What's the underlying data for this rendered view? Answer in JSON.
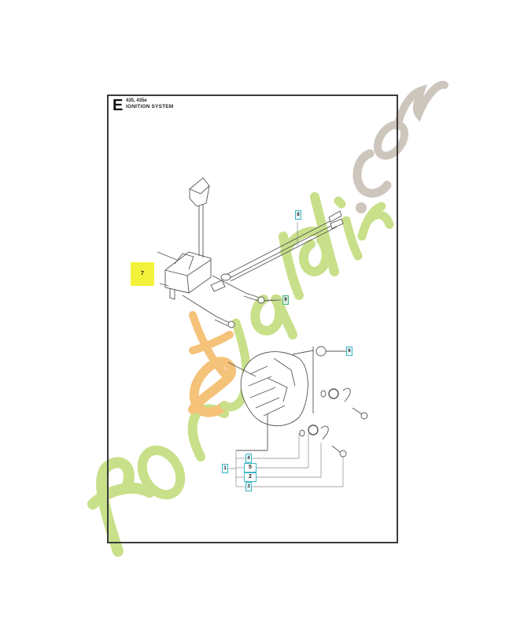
{
  "header": {
    "section_letter": "E",
    "models": "435, 435e",
    "title": "IGNITION SYSTEM"
  },
  "callouts": [
    {
      "id": "7",
      "style": "yellow-highlight",
      "part": "ignition-module"
    },
    {
      "id": "8",
      "style": "cyan",
      "part": "wire-lead"
    },
    {
      "id": "9",
      "style": "green",
      "part": "screw"
    },
    {
      "id": "6",
      "style": "cyan",
      "part": "nut"
    },
    {
      "id": "1",
      "style": "cyan",
      "part": "flywheel-assembly"
    },
    {
      "id": "4",
      "style": "cyan",
      "part": "washer"
    },
    {
      "id": "5",
      "style": "cyanbox",
      "part": "spring"
    },
    {
      "id": "2",
      "style": "cyanbox",
      "part": "pawl"
    },
    {
      "id": "3",
      "style": "cyan",
      "part": "shoulder-screw"
    }
  ],
  "watermark": {
    "text": "foretjardin.com",
    "colors": {
      "green": "#c8e08a",
      "orange": "#f5c27a",
      "grey": "#cdc6bd"
    }
  },
  "colors": {
    "frame": "#3a3a3a",
    "callout_cyan": "#3fb8c8",
    "callout_green": "#48b87a",
    "highlight_yellow": "#f2f23a",
    "line_art": "#555555"
  }
}
